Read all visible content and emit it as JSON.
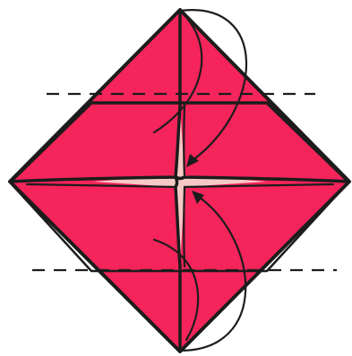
{
  "diagram": {
    "kind": "origami-fold-instruction",
    "colors": {
      "paper": "#f5245a",
      "center_highlight": "#f6c9c6",
      "outline": "#1c1c1c",
      "background": "#ffffff"
    },
    "elements": [
      "diamond-paper",
      "top-flap",
      "bottom-flap",
      "horizontal-crease",
      "vertical-crease",
      "upper-fold-guide-dashed-line",
      "lower-fold-guide-dashed-line",
      "top-fold-arrow",
      "bottom-fold-arrow"
    ]
  }
}
